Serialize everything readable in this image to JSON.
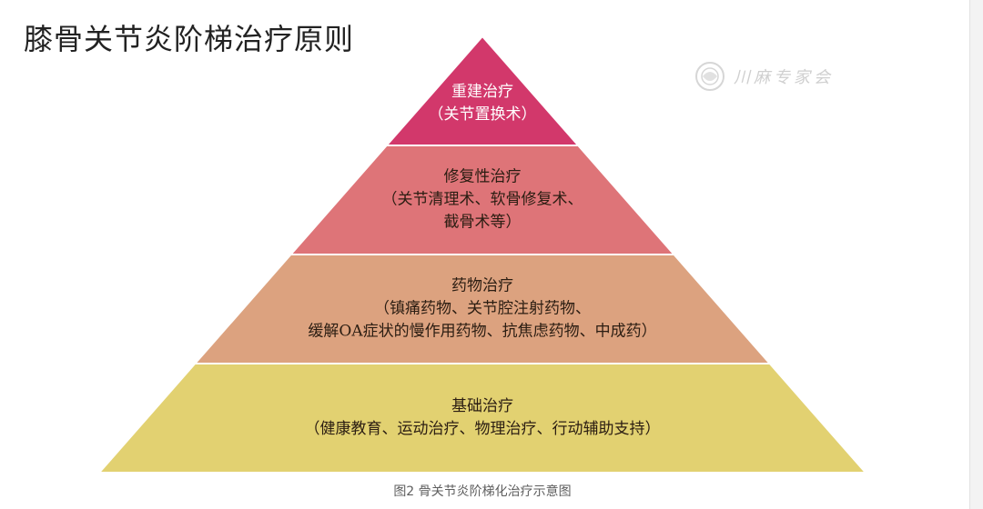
{
  "page": {
    "title": "膝骨关节炎阶梯治疗原则",
    "caption": "图2  骨关节炎阶梯化治疗示意图",
    "watermark": "川麻专家会"
  },
  "pyramid": {
    "tiers": [
      {
        "name": "重建治疗",
        "detail_lines": [
          "（关节置换术）"
        ],
        "color": "#d2386b"
      },
      {
        "name": "修复性治疗",
        "detail_lines": [
          "（关节清理术、软骨修复术、",
          "截骨术等）"
        ],
        "color": "#de7478"
      },
      {
        "name": "药物治疗",
        "detail_lines": [
          "（镇痛药物、关节腔注射药物、",
          "缓解OA症状的慢作用药物、抗焦虑药物、中成药）"
        ],
        "color": "#dca27f"
      },
      {
        "name": "基础治疗",
        "detail_lines": [
          "（健康教育、运动治疗、物理治疗、行动辅助支持）"
        ],
        "color": "#e2d171"
      }
    ]
  }
}
